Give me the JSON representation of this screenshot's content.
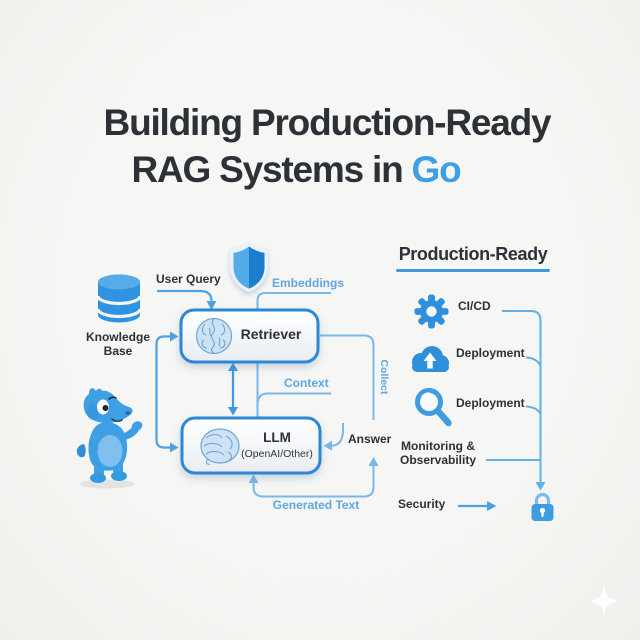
{
  "title": {
    "line1": "Building Production-Ready",
    "line2": "RAG Systems in",
    "line2_highlight": "Go"
  },
  "flow": {
    "knowledge_base": "Knowledge Base",
    "user_query": "User Query",
    "embeddings": "Embeddings",
    "retriever": "Retriever",
    "context": "Context",
    "collect": "Collect",
    "llm": "LLM",
    "llm_sub": "(OpenAI/Other)",
    "answer": "Answer",
    "generated_text": "Generated Text"
  },
  "panel": {
    "heading": "Production-Ready",
    "items": [
      {
        "icon": "gear-icon",
        "label": "CI/CD"
      },
      {
        "icon": "cloud-upload-icon",
        "label": "Deployment"
      },
      {
        "icon": "magnifier-icon",
        "label": "Deployment"
      },
      {
        "icon": "none",
        "label": "Monitoring & Observability"
      },
      {
        "icon": "lock-icon",
        "label": "Security"
      }
    ]
  },
  "icons": {
    "database": "database-icon",
    "shield": "shield-icon",
    "brain_retriever": "brain-icon",
    "brain_llm": "brain-icon",
    "gear": "gear-icon",
    "cloud_upload": "cloud-upload-icon",
    "magnifier": "magnifier-icon",
    "lock": "lock-icon",
    "mascot": "gopher-mascot",
    "sparkle": "sparkle-icon"
  },
  "colors": {
    "background": "#f4f4f2",
    "text_dark": "#2c3037",
    "accent_blue": "#3f9fe4",
    "box_border_blue": "#2d87d4",
    "line_blue_light": "#79b8ea",
    "line_blue_medium": "#4aa2e4",
    "label_blue": "#5ea7e2",
    "icon_blue": "#2e90da"
  }
}
